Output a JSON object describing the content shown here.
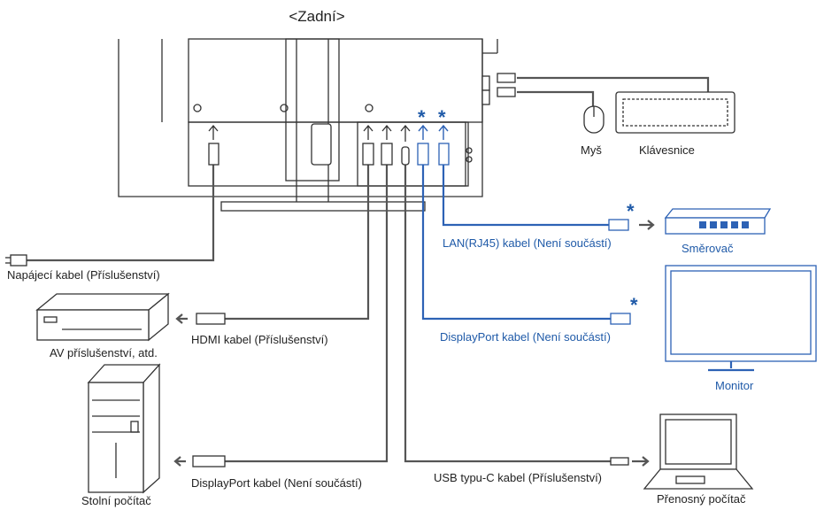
{
  "title": "<Zadní>",
  "star": "*",
  "labels": {
    "mouse": "Myš",
    "keyboard": "Klávesnice",
    "lan": "LAN(RJ45) kabel (Není součástí)",
    "router": "Směrovač",
    "power": "Napájecí kabel (Příslušenství)",
    "hdmi": "HDMI kabel (Příslušenství)",
    "av": "AV příslušenství, atd.",
    "displayport_out": "DisplayPort kabel (Není součástí)",
    "monitor": "Monitor",
    "displayport_in": "DisplayPort kabel (Není součástí)",
    "usbc": "USB typu-C kabel (Příslušenství)",
    "desktop": "Stolní počítač",
    "laptop": "Přenosný počítač"
  },
  "colors": {
    "line": "#333333",
    "cable": "#555555",
    "accent_blue": "#2d62b5"
  }
}
